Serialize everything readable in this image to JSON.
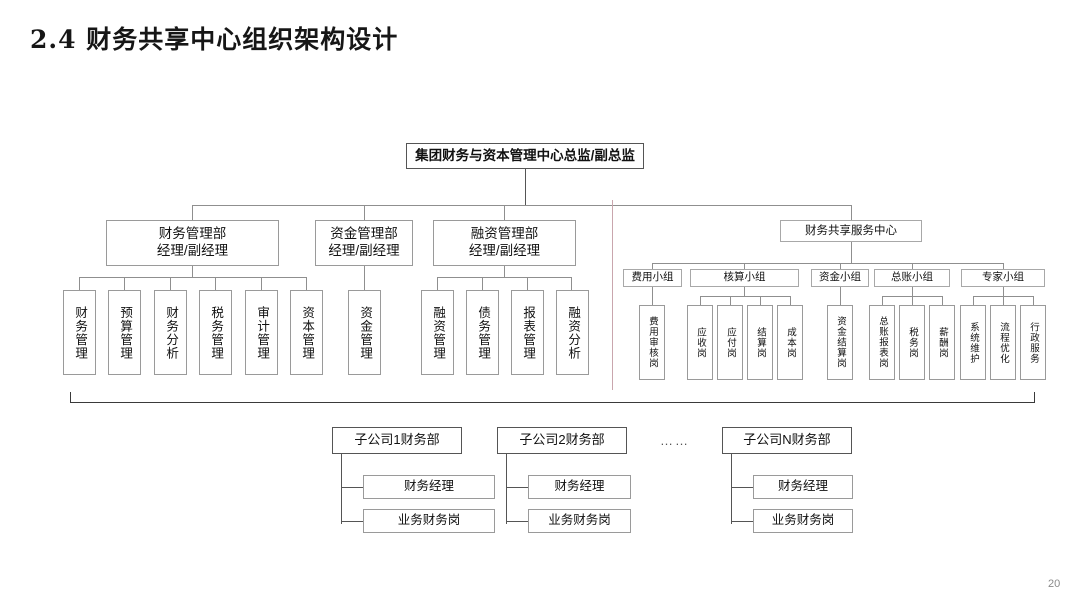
{
  "page": {
    "title": "2.4 财务共享中心组织架构设计",
    "number": "20"
  },
  "chart_data": {
    "type": "diagram",
    "diagram_kind": "organization-chart",
    "title": "2.4 财务共享中心组织架构设计"
  },
  "org": {
    "root": {
      "label": "集团财务与资本管理中心总监/副总监"
    },
    "departments": [
      {
        "line1": "财务管理部",
        "line2": "经理/副经理"
      },
      {
        "line1": "资金管理部",
        "line2": "经理/副经理"
      },
      {
        "line1": "融资管理部",
        "line2": "经理/副经理"
      }
    ],
    "finance_dept_units": [
      {
        "label": "财务管理"
      },
      {
        "label": "预算管理"
      },
      {
        "label": "财务分析"
      },
      {
        "label": "税务管理"
      },
      {
        "label": "审计管理"
      },
      {
        "label": "资本管理"
      }
    ],
    "treasury_dept_units": [
      {
        "label": "资金管理"
      }
    ],
    "financing_dept_units": [
      {
        "label": "融资管理"
      },
      {
        "label": "债务管理"
      },
      {
        "label": "报表管理"
      },
      {
        "label": "融资分析"
      }
    ],
    "ssc": {
      "label": "财务共享服务中心",
      "groups": [
        {
          "label": "费用小组",
          "posts": [
            {
              "label": "费用审核岗"
            }
          ]
        },
        {
          "label": "核算小组",
          "posts": [
            {
              "label": "应收岗"
            },
            {
              "label": "应付岗"
            },
            {
              "label": "结算岗"
            },
            {
              "label": "成本岗"
            }
          ]
        },
        {
          "label": "资金小组",
          "posts": [
            {
              "label": "资金结算岗"
            }
          ]
        },
        {
          "label": "总账小组",
          "posts": [
            {
              "label": "总账报表岗"
            },
            {
              "label": "税务岗"
            },
            {
              "label": "薪酬岗"
            }
          ]
        },
        {
          "label": "专家小组",
          "posts": [
            {
              "label": "系统维护"
            },
            {
              "label": "流程优化"
            },
            {
              "label": "行政服务"
            }
          ]
        }
      ]
    },
    "subsidiaries": [
      {
        "label": "子公司1财务部",
        "roles": [
          {
            "label": "财务经理"
          },
          {
            "label": "业务财务岗"
          }
        ]
      },
      {
        "label": "子公司2财务部",
        "roles": [
          {
            "label": "财务经理"
          },
          {
            "label": "业务财务岗"
          }
        ]
      },
      {
        "label": "子公司N财务部",
        "roles": [
          {
            "label": "财务经理"
          },
          {
            "label": "业务财务岗"
          }
        ]
      }
    ],
    "subsidiary_ellipsis": "……"
  }
}
